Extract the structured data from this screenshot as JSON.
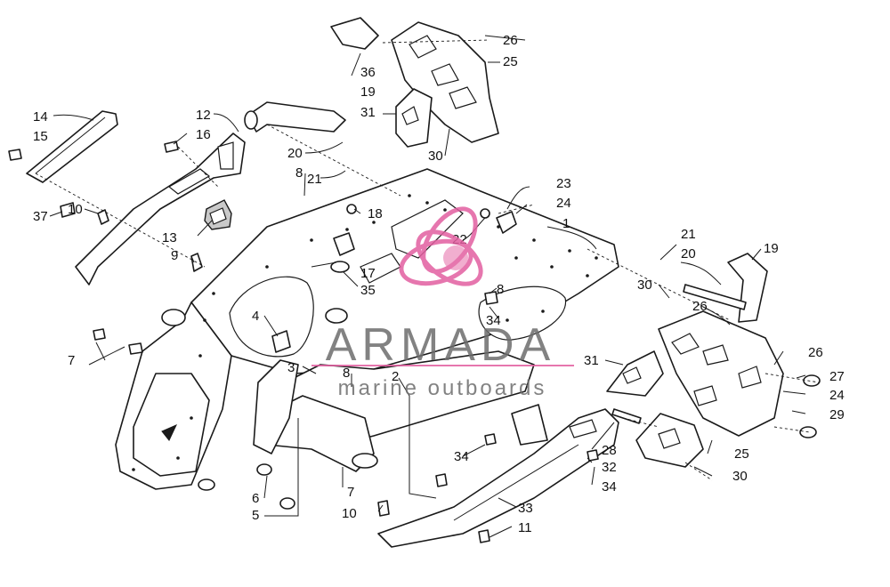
{
  "watermark": {
    "brand": "ARMADA",
    "tagline": "marine outboards",
    "accent_color": "#e25fa0",
    "text_color": "#6d6d6d"
  },
  "callouts": [
    "1",
    "2",
    "3",
    "4",
    "5",
    "6",
    "7",
    "7",
    "8",
    "8",
    "8",
    "9",
    "10",
    "10",
    "11",
    "12",
    "13",
    "14",
    "15",
    "16",
    "17",
    "18",
    "19",
    "19",
    "20",
    "20",
    "21",
    "21",
    "22",
    "23",
    "24",
    "24",
    "25",
    "25",
    "26",
    "26",
    "26",
    "27",
    "28",
    "29",
    "30",
    "30",
    "30",
    "31",
    "31",
    "32",
    "33",
    "34",
    "34",
    "34",
    "35",
    "36",
    "37"
  ]
}
